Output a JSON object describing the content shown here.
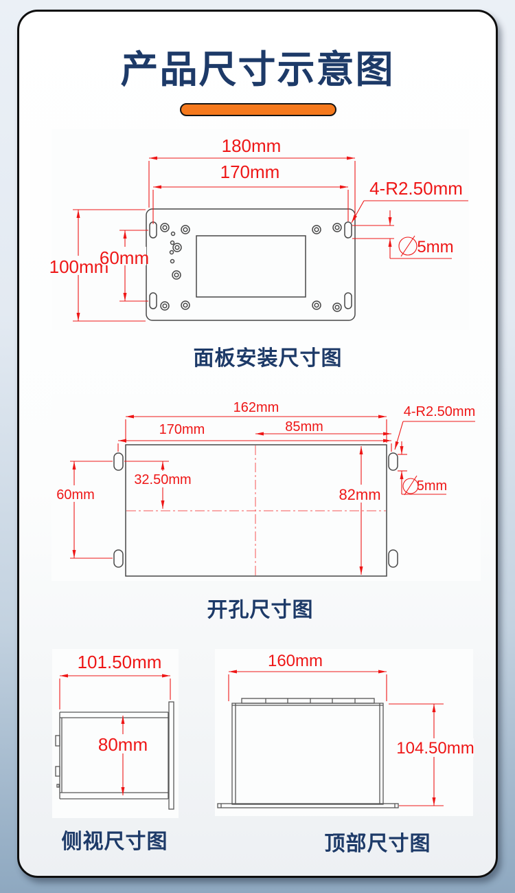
{
  "page": {
    "title": "产品尺寸示意图"
  },
  "colors": {
    "navy": "#1d3a68",
    "dim_red": "#ee1616",
    "line_gray": "#474747",
    "accent_orange": "#f5791d",
    "card_bg": "#ffffff",
    "page_bottom": "#8ea8c0"
  },
  "diagrams": {
    "panel": {
      "caption": "面板安装尺寸图",
      "dim_width_outer": "180mm",
      "dim_width_slots": "170mm",
      "dim_height_outer": "100mm",
      "dim_height_slots": "60mm",
      "dim_corner_radius": "4-R2.50mm",
      "dim_slot_diameter": "5mm"
    },
    "cutout": {
      "caption": "开孔尺寸图",
      "dim_width_outer": "162mm",
      "dim_width_slots": "170mm",
      "dim_width_half": "85mm",
      "dim_slot_offset": "32.50mm",
      "dim_height_slots": "60mm",
      "dim_height_inner": "82mm",
      "dim_corner_radius": "4-R2.50mm",
      "dim_slot_diameter": "5mm"
    },
    "side": {
      "caption": "侧视尺寸图",
      "dim_width": "101.50mm",
      "dim_height": "80mm"
    },
    "top": {
      "caption": "顶部尺寸图",
      "dim_width": "160mm",
      "dim_height": "104.50mm"
    }
  }
}
